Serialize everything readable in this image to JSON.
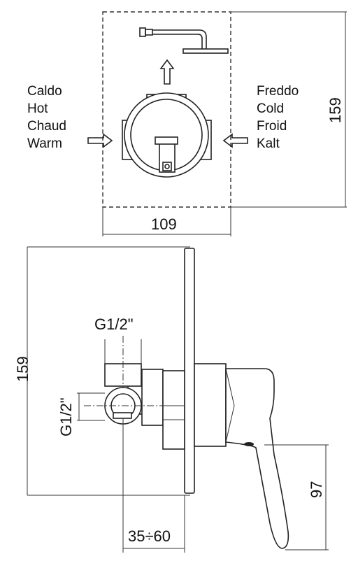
{
  "top_view": {
    "left_labels": [
      "Caldo",
      "Hot",
      "Chaud",
      "Warm"
    ],
    "right_labels": [
      "Freddo",
      "Cold",
      "Froid",
      "Kalt"
    ],
    "width_dim": "109",
    "height_dim": "159"
  },
  "side_view": {
    "height_dim": "159",
    "thread_top": "G1/2\"",
    "thread_side": "G1/2\"",
    "depth_dim": "35÷60",
    "lever_dim": "97"
  }
}
